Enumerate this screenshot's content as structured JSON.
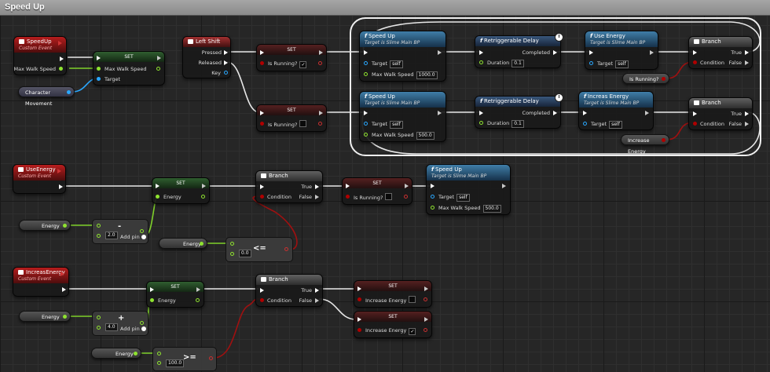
{
  "graph": {
    "title": "Speed Up"
  },
  "labels": {
    "set": "SET",
    "branch": "Branch",
    "custom_event": "Custom Event",
    "target_slime": "Target is Slime Main BP",
    "target": "Target",
    "self": "self",
    "max_walk_speed": "Max Walk Speed",
    "is_running": "Is Running?",
    "condition": "Condition",
    "true": "True",
    "false": "False",
    "energy": "Energy",
    "increase_energy": "Increase Energy",
    "duration": "Duration",
    "completed": "Completed",
    "add_pin": "Add pin",
    "pressed": "Pressed",
    "released": "Released",
    "key": "Key",
    "character_movement": "Character Movement",
    "check": "✓"
  },
  "nodes": {
    "speedup_event": "SpeedUp",
    "left_shift": "Left Shift",
    "speed_up_fn": "Speed Up",
    "retrig_delay": "Retriggerable Delay",
    "use_energy_fn": "Use Energy",
    "increas_energy_fn": "Increas Energy",
    "use_energy_event": "UseEnergy",
    "increase_energy_event": "IncreasEnergy",
    "increase_energy_var": "Increase Energy"
  },
  "values": {
    "speed_up": "1000.0",
    "speed_normal": "500.0",
    "delay": "0.1",
    "subtract": "2.0",
    "add": "4.0",
    "zero": "0.0",
    "max_energy": "100.0"
  },
  "ops": {
    "minus": "-",
    "plus": "+",
    "lte": "<=",
    "gte": ">="
  },
  "colors": {
    "exec": "#ffffff",
    "float": "#8fe330",
    "bool": "#b00000",
    "object": "#2aa8ff"
  }
}
